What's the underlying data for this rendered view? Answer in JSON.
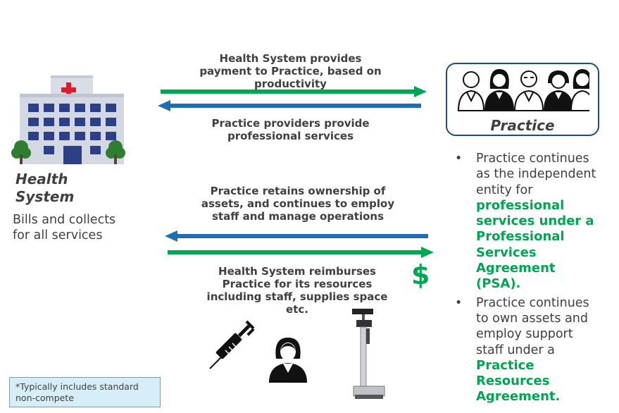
{
  "top_caption_1": [
    "Health System  provides",
    "payment to Practice, based on",
    "productivity"
  ],
  "top_caption_2": [
    "Practice providers provide",
    "professional services"
  ],
  "mid_caption_1": [
    "Practice retains ownership of",
    "assets, and continues to employ",
    "staff and manage operations"
  ],
  "mid_caption_2": [
    "Health System reimburses",
    "Practice for its resources",
    "including staff, supplies space",
    "etc."
  ],
  "health_system": {
    "title_line1": "Health",
    "title_line2": "System",
    "desc_line1": "Bills and collects",
    "desc_line2": "for all services"
  },
  "practice": {
    "label": "Practice"
  },
  "bullets": {
    "b1": {
      "plain": [
        "Practice continues",
        "as the independent",
        "entity for"
      ],
      "green": [
        "professional",
        "services under a",
        "Professional",
        "Services",
        "Agreement",
        "(PSA)."
      ]
    },
    "b2": {
      "plain": [
        "Practice continues",
        "to own assets and",
        "employ support",
        "staff under a"
      ],
      "green": [
        "Practice",
        "Resources",
        "Agreement."
      ]
    }
  },
  "dollar": "$",
  "note": [
    "*Typically includes standard",
    "non-compete"
  ],
  "colors": {
    "green_arrow": "#00a651",
    "blue_arrow": "#1f6db3",
    "practice_border": "#1f4e79",
    "note_bg": "#d6eef8"
  },
  "icons": [
    "hospital-icon",
    "doctors-group-icon",
    "syringe-icon",
    "staff-person-icon",
    "scale-icon"
  ]
}
